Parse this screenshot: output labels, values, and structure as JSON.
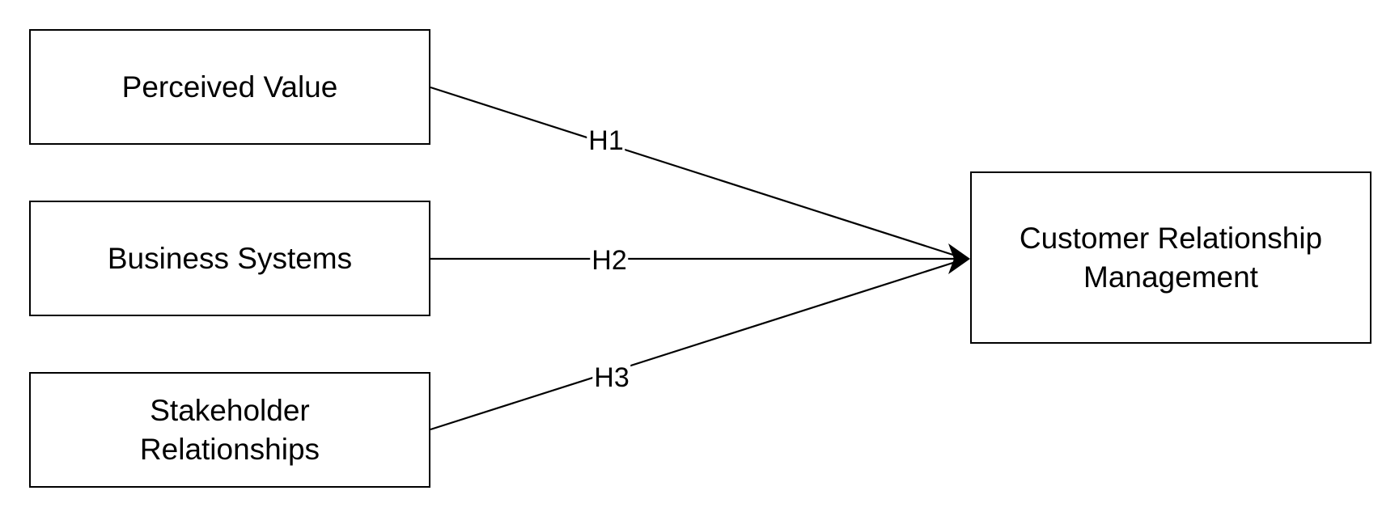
{
  "diagram": {
    "nodes": {
      "perceived_value": "Perceived Value",
      "business_systems": "Business Systems",
      "stakeholder_relationships": "Stakeholder\nRelationships",
      "crm": "Customer Relationship\nManagement"
    },
    "edges": {
      "h1": "H1",
      "h2": "H2",
      "h3": "H3"
    },
    "colors": {
      "stroke": "#000000",
      "background": "#ffffff"
    }
  }
}
